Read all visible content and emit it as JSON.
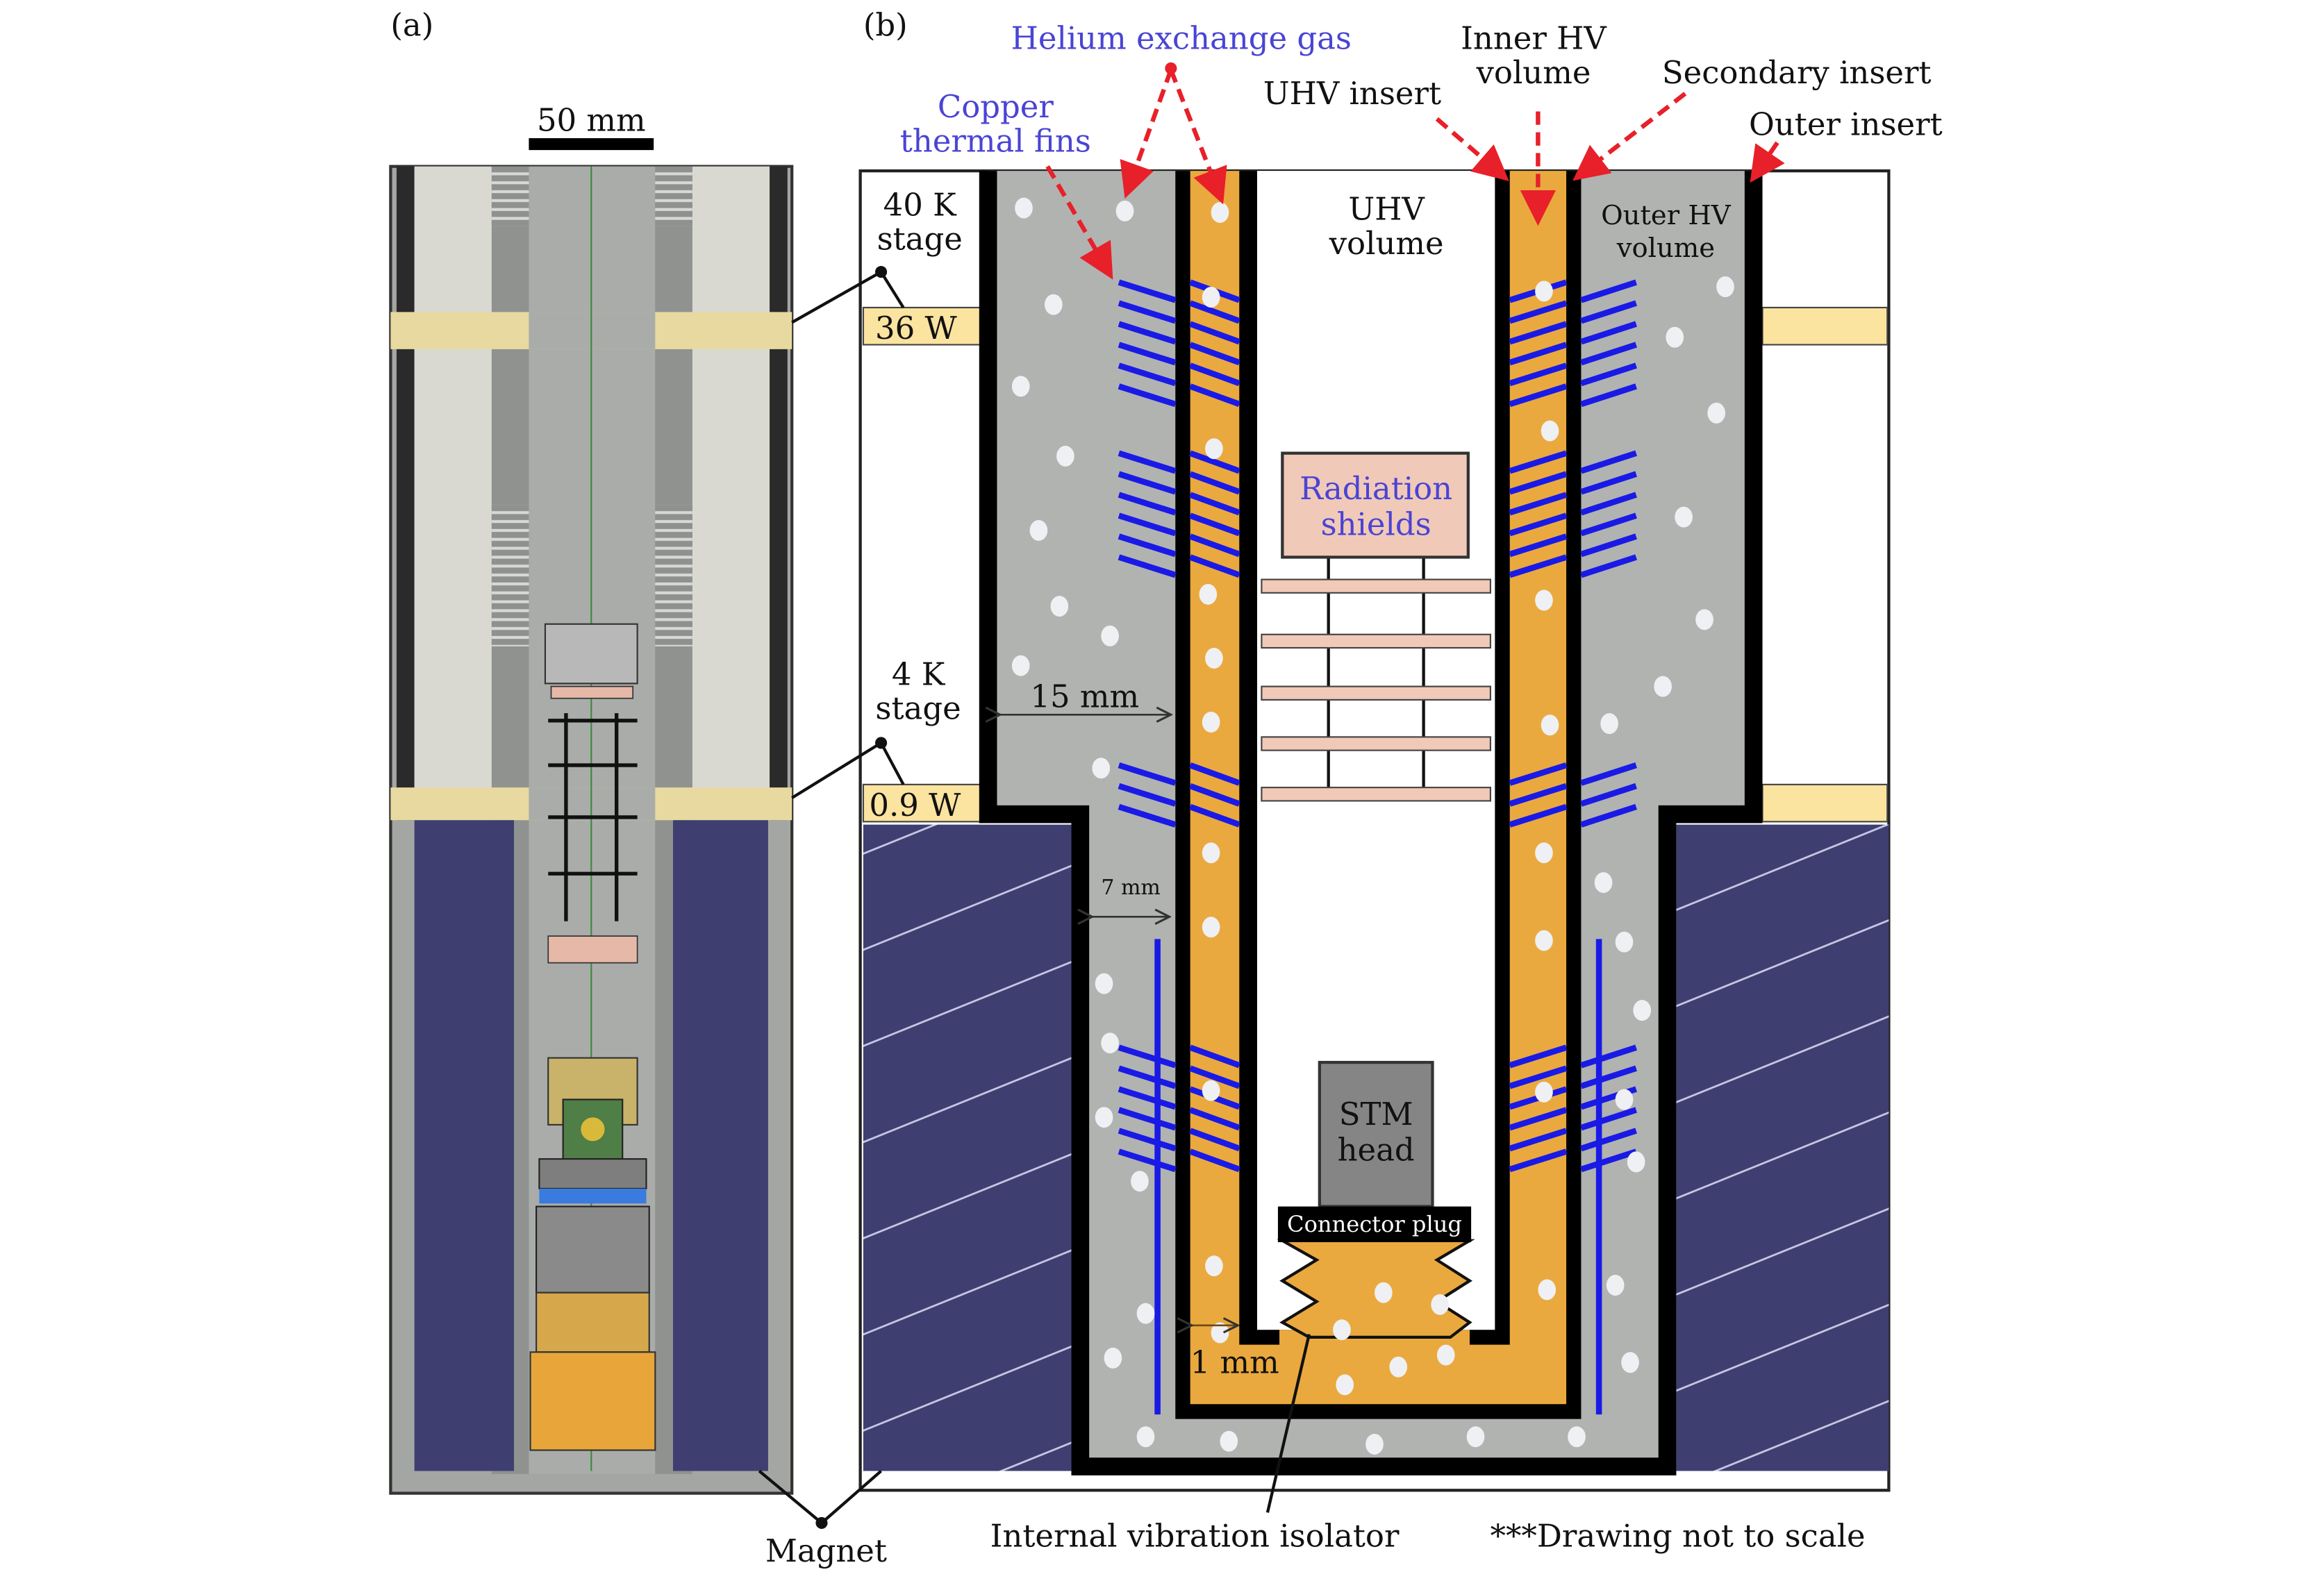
{
  "panel_a": {
    "label": "(a)",
    "scale_bar": "50 mm"
  },
  "panel_b": {
    "label": "(b)",
    "helium_exchange_gas": "Helium exchange gas",
    "copper_thermal_fins": [
      "Copper",
      "thermal fins"
    ],
    "uhv_insert": "UHV insert",
    "inner_hv_volume": [
      "Inner HV",
      "volume"
    ],
    "secondary_insert": "Secondary insert",
    "outer_insert": "Outer insert",
    "stage_40k": [
      "40 K",
      "stage"
    ],
    "power_40k": "36 W",
    "stage_4k": [
      "4 K",
      "stage"
    ],
    "power_4k": "0.9 W",
    "uhv_volume": [
      "UHV",
      "volume"
    ],
    "outer_hv_volume": [
      "Outer HV",
      "volume"
    ],
    "radiation_shields": [
      "Radiation",
      "shields"
    ],
    "dim_15mm": "15 mm",
    "dim_7mm": "7 mm",
    "dim_1mm": "1 mm",
    "stm_head": [
      "STM",
      "head"
    ],
    "connector_plug": "Connector plug"
  },
  "footer": {
    "magnet": "Magnet",
    "internal_vibration_isolator": "Internal vibration isolator",
    "note": "***Drawing not to scale"
  },
  "colors": {
    "gas_gray": "#b1b3b0",
    "copper_orange": "#eaa93e",
    "magnet_blue": "#3e3f70",
    "fin_blue": "#1a1ae6",
    "arrow_red": "#e8202a",
    "stage_beige": "#fbe3a0",
    "shield_pink": "#f1c9b8"
  }
}
